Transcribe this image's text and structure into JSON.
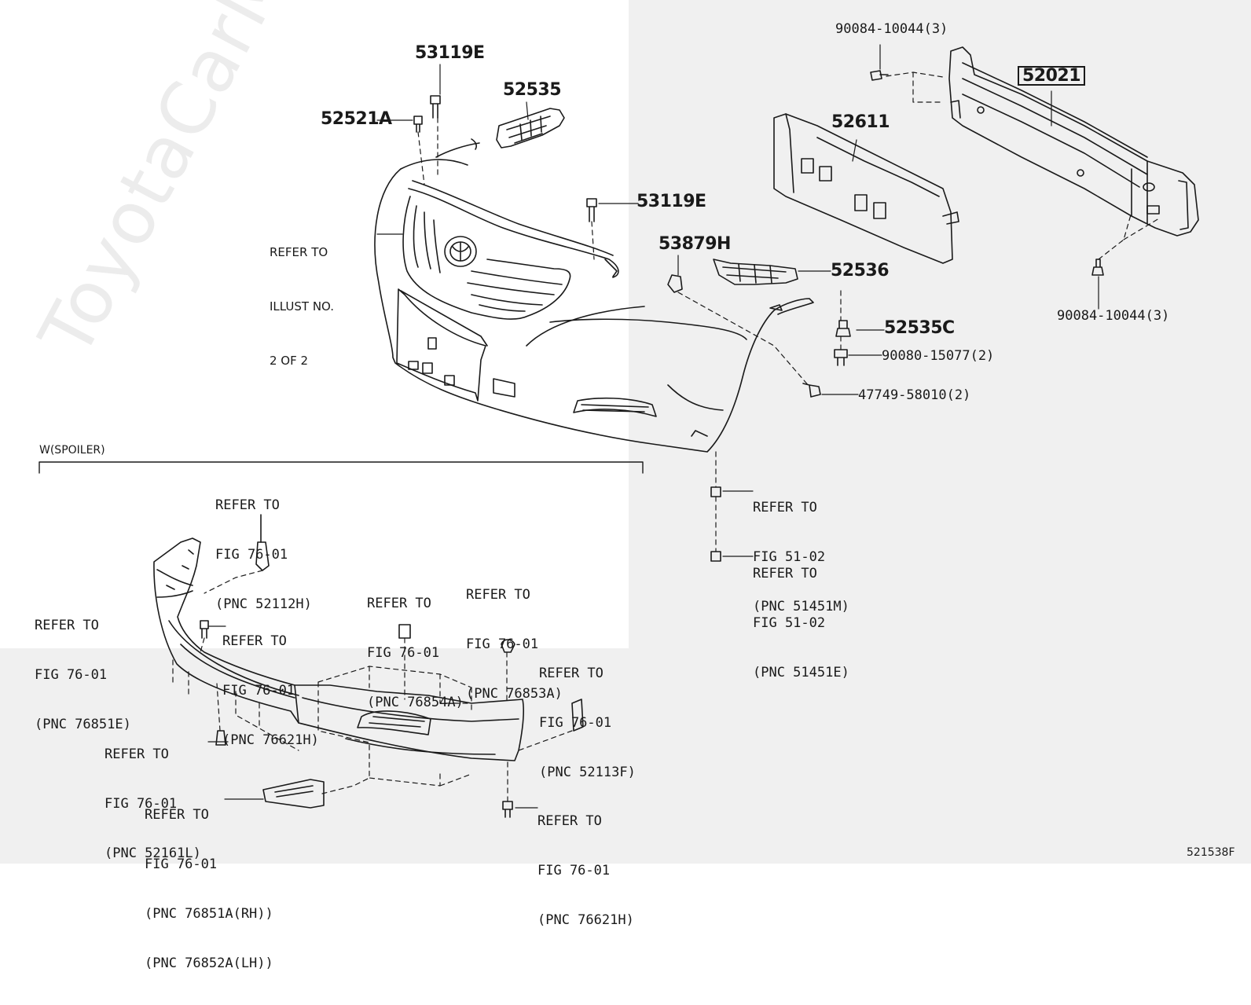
{
  "watermark": "ToyotaCarMine.ru",
  "diagram_id": "521538F",
  "spoiler_group": {
    "label": "W(SPOILER)"
  },
  "part_numbers": {
    "p53119e_top": "53119E",
    "p52535": "52535",
    "p52521a": "52521A",
    "p53119e_mid": "53119E",
    "p53879h": "53879H",
    "p52536": "52536",
    "p52535c": "52535C",
    "p90080": "90080-15077(2)",
    "p47749": "47749-58010(2)",
    "p52611": "52611",
    "p52021": "52021",
    "p90084_top": "90084-10044(3)",
    "p90084_bot": "90084-10044(3)"
  },
  "refer_illust": {
    "l1": "REFER TO",
    "l2": "ILLUST NO.",
    "l3": "2 OF 2"
  },
  "refs": {
    "r51451m": {
      "l1": "REFER TO",
      "l2": "FIG 51-02",
      "l3": "(PNC 51451M)"
    },
    "r51451e": {
      "l1": "REFER TO",
      "l2": "FIG 51-02",
      "l3": "(PNC 51451E)"
    },
    "r52112h": {
      "l1": "REFER TO",
      "l2": "FIG 76-01",
      "l3": "(PNC 52112H)"
    },
    "r76851e": {
      "l1": "REFER TO",
      "l2": "FIG 76-01",
      "l3": "(PNC 76851E)"
    },
    "r76621h_top": {
      "l1": "REFER TO",
      "l2": "FIG 76-01",
      "l3": "(PNC 76621H)"
    },
    "r76854a": {
      "l1": "REFER TO",
      "l2": "FIG 76-01",
      "l3": "(PNC 76854A)"
    },
    "r76853a": {
      "l1": "REFER TO",
      "l2": "FIG 76-01",
      "l3": "(PNC 76853A)"
    },
    "r52113f": {
      "l1": "REFER TO",
      "l2": "FIG 76-01",
      "l3": "(PNC 52113F)"
    },
    "r52161l": {
      "l1": "REFER TO",
      "l2": "FIG 76-01",
      "l3": "(PNC 52161L)"
    },
    "r76851a": {
      "l1": "REFER TO",
      "l2": "FIG 76-01",
      "l3": "(PNC 76851A(RH))",
      "l4": "(PNC 76852A(LH))"
    },
    "r76621h_bot": {
      "l1": "REFER TO",
      "l2": "FIG 76-01",
      "l3": "(PNC 76621H)"
    }
  }
}
